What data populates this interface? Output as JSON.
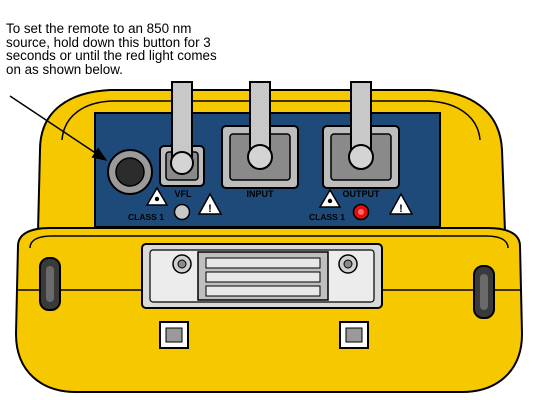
{
  "callout": {
    "line1": "To set the remote to an 850 nm",
    "line2": "source, hold down this button for 3",
    "line3": "seconds or until the red light comes",
    "line4": "on as shown below."
  },
  "ports": {
    "vfl_label": "VFL",
    "input_label": "INPUT",
    "output_label": "OUTPUT",
    "class_left": "CLASS 1",
    "class_right": "CLASS 1",
    "warning_symbol": "!"
  },
  "colors": {
    "housing": "#f5c800",
    "panel": "#1e4a7a",
    "indicator_on": "#e01010",
    "indicator_off": "#c8c8c8"
  },
  "icons": {
    "warning": "warning-triangle-icon",
    "laser": "laser-radiation-icon",
    "button": "wavelength-button-icon"
  }
}
